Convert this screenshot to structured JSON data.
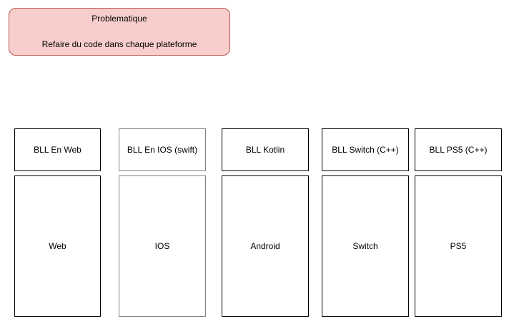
{
  "problem_box": {
    "title": "Problematique",
    "description": "Refaire du code dans chaque plateforme"
  },
  "columns": [
    {
      "bll": "BLL En Web",
      "platform": "Web"
    },
    {
      "bll": "BLL En IOS (swift)",
      "platform": "IOS"
    },
    {
      "bll": "BLL Kotlin",
      "platform": "Android"
    },
    {
      "bll": "BLL Switch (C++)",
      "platform": "Switch"
    },
    {
      "bll": "BLL PS5 (C++)",
      "platform": "PS5"
    }
  ],
  "colors": {
    "canvas_bg": "#FFFFFF",
    "problem_fill": "#F8CECC",
    "problem_stroke": "#B85450",
    "box_stroke_default": "#000000",
    "box_stroke_ios": "#808080",
    "text": "#000000"
  }
}
